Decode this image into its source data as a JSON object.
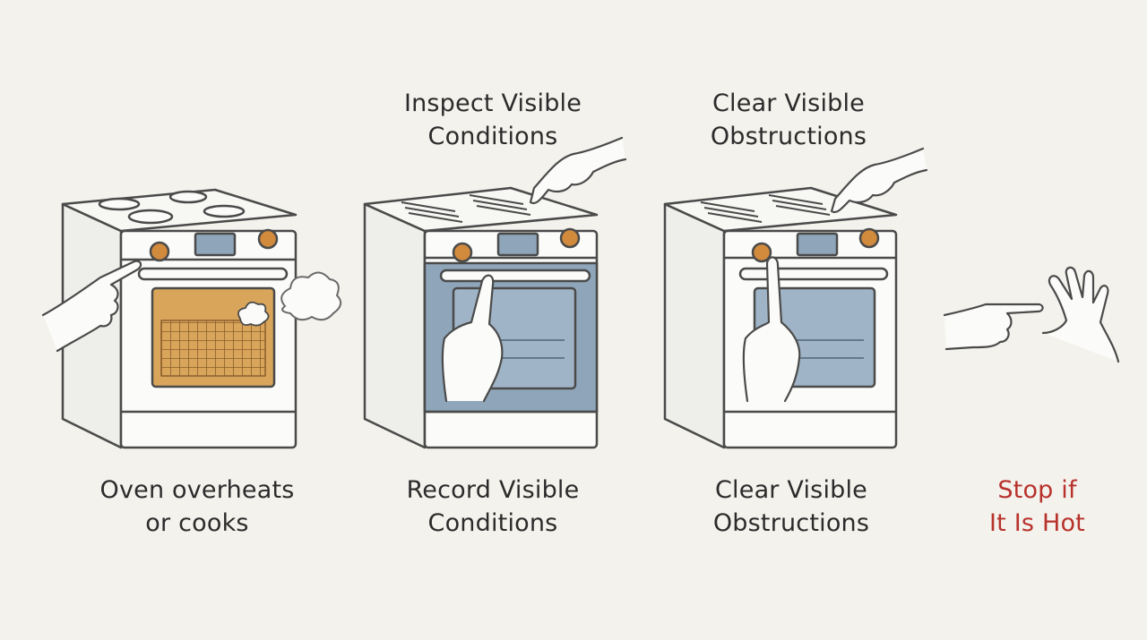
{
  "steps": [
    {
      "top_label": "",
      "bottom_label": "Oven overheats\nor cooks"
    },
    {
      "top_label": "Inspect Visible\nConditions",
      "bottom_label": "Record Visible\nConditions"
    },
    {
      "top_label": "Clear Visible\nObstructions",
      "bottom_label": "Clear Visible\nObstructions"
    },
    {
      "top_label": "",
      "bottom_label": "Stop if\nIt Is Hot"
    }
  ],
  "colors": {
    "background": "#f4f2ec",
    "line": "#4a4a4a",
    "oven_body": "#fbfbf9",
    "hot_window": "#d9a55a",
    "cool_window": "#8fa6ba",
    "knob": "#d28a3c",
    "warning_text": "#b8322c"
  },
  "icons": [
    "oven-icon",
    "hand-pointing-icon",
    "steam-icon",
    "stop-hand-icon"
  ]
}
